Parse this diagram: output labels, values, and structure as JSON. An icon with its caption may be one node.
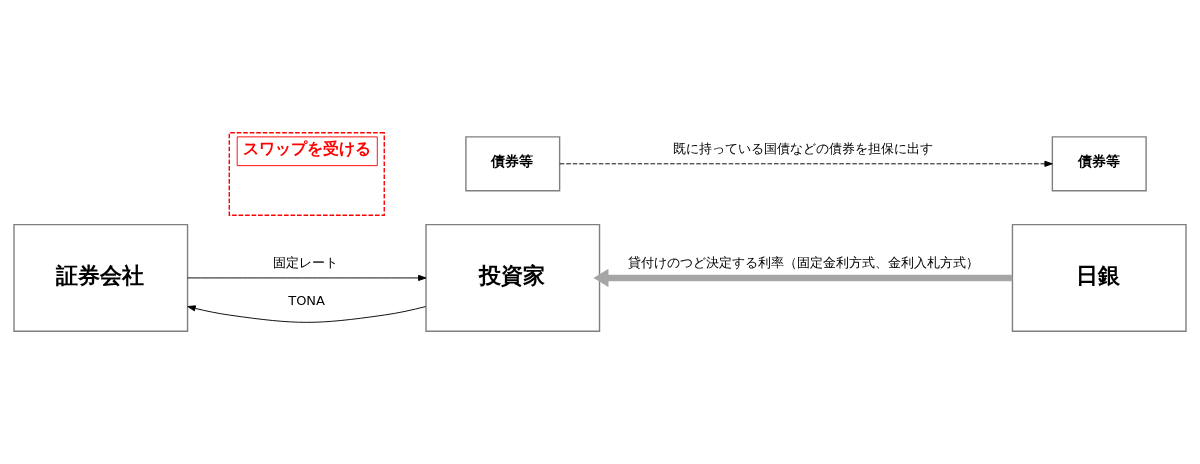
{
  "diagram": {
    "nodes": [
      {
        "text": [
          "スワップを受ける"
        ]
      },
      {
        "text": [
          "証券会社"
        ]
      },
      {
        "text": [
          "投資家"
        ]
      },
      {
        "text": [
          "日銀"
        ]
      },
      {
        "text": [
          "債券等"
        ]
      },
      {
        "text": [
          "債券等"
        ]
      }
    ],
    "edges": [
      {
        "from": 1,
        "to": 2,
        "arrow": "to",
        "label": "固定レート"
      },
      {
        "from": 2,
        "to": 1,
        "arrow": "to",
        "label": "TONA"
      },
      {
        "from": 3,
        "to": 2,
        "arrow": "to",
        "label": "貸付けのつど決定する利率（固定金利方式、金利入札方式）",
        "style": "thick",
        "color": "#a6a6a6"
      },
      {
        "from": 4,
        "to": 5,
        "arrow": "to",
        "label": "既に持っている国債などの債券を担保に出す",
        "style": "dashed"
      }
    ]
  }
}
